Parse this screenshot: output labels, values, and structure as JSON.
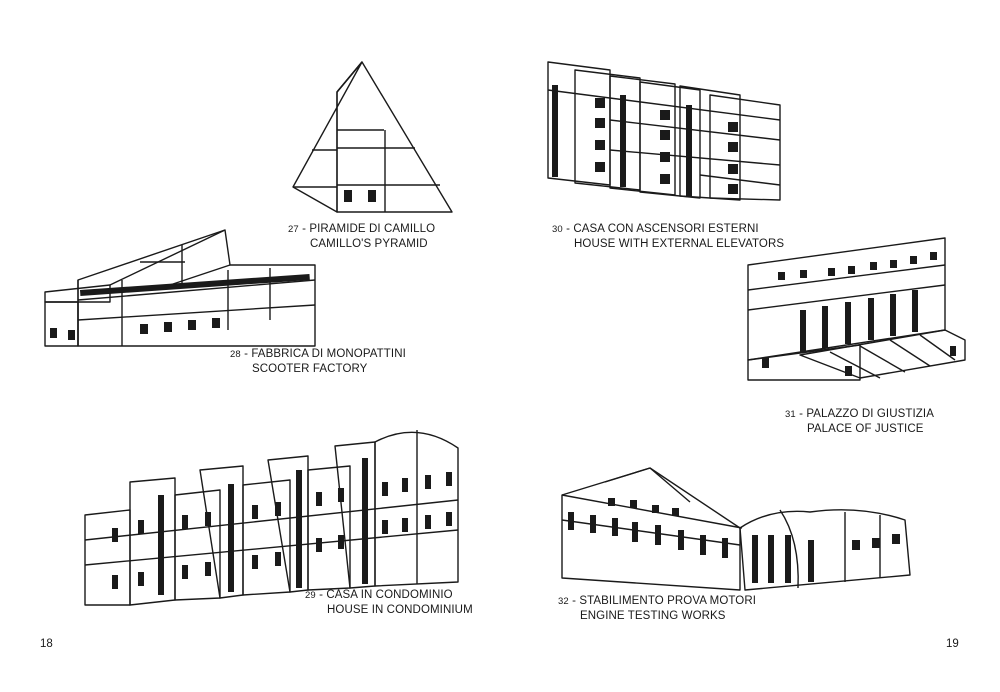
{
  "figures": [
    {
      "number": "27",
      "title_it": "PIRAMIDE DI CAMILLO",
      "title_en": "CAMILLO'S PYRAMID"
    },
    {
      "number": "28",
      "title_it": "FABBRICA DI MONOPATTINI",
      "title_en": "SCOOTER FACTORY"
    },
    {
      "number": "29",
      "title_it": "CASA IN CONDOMINIO",
      "title_en": "HOUSE IN CONDOMINIUM"
    },
    {
      "number": "30",
      "title_it": "CASA CON ASCENSORI ESTERNI",
      "title_en": "HOUSE WITH EXTERNAL ELEVATORS"
    },
    {
      "number": "31",
      "title_it": "PALAZZO DI GIUSTIZIA",
      "title_en": "PALACE OF JUSTICE"
    },
    {
      "number": "32",
      "title_it": "STABILIMENTO PROVA MOTORI",
      "title_en": "ENGINE TESTING WORKS"
    }
  ],
  "page_numbers": {
    "left": "18",
    "right": "19"
  },
  "colors": {
    "ink": "#1a1a1a",
    "paper": "#ffffff"
  }
}
